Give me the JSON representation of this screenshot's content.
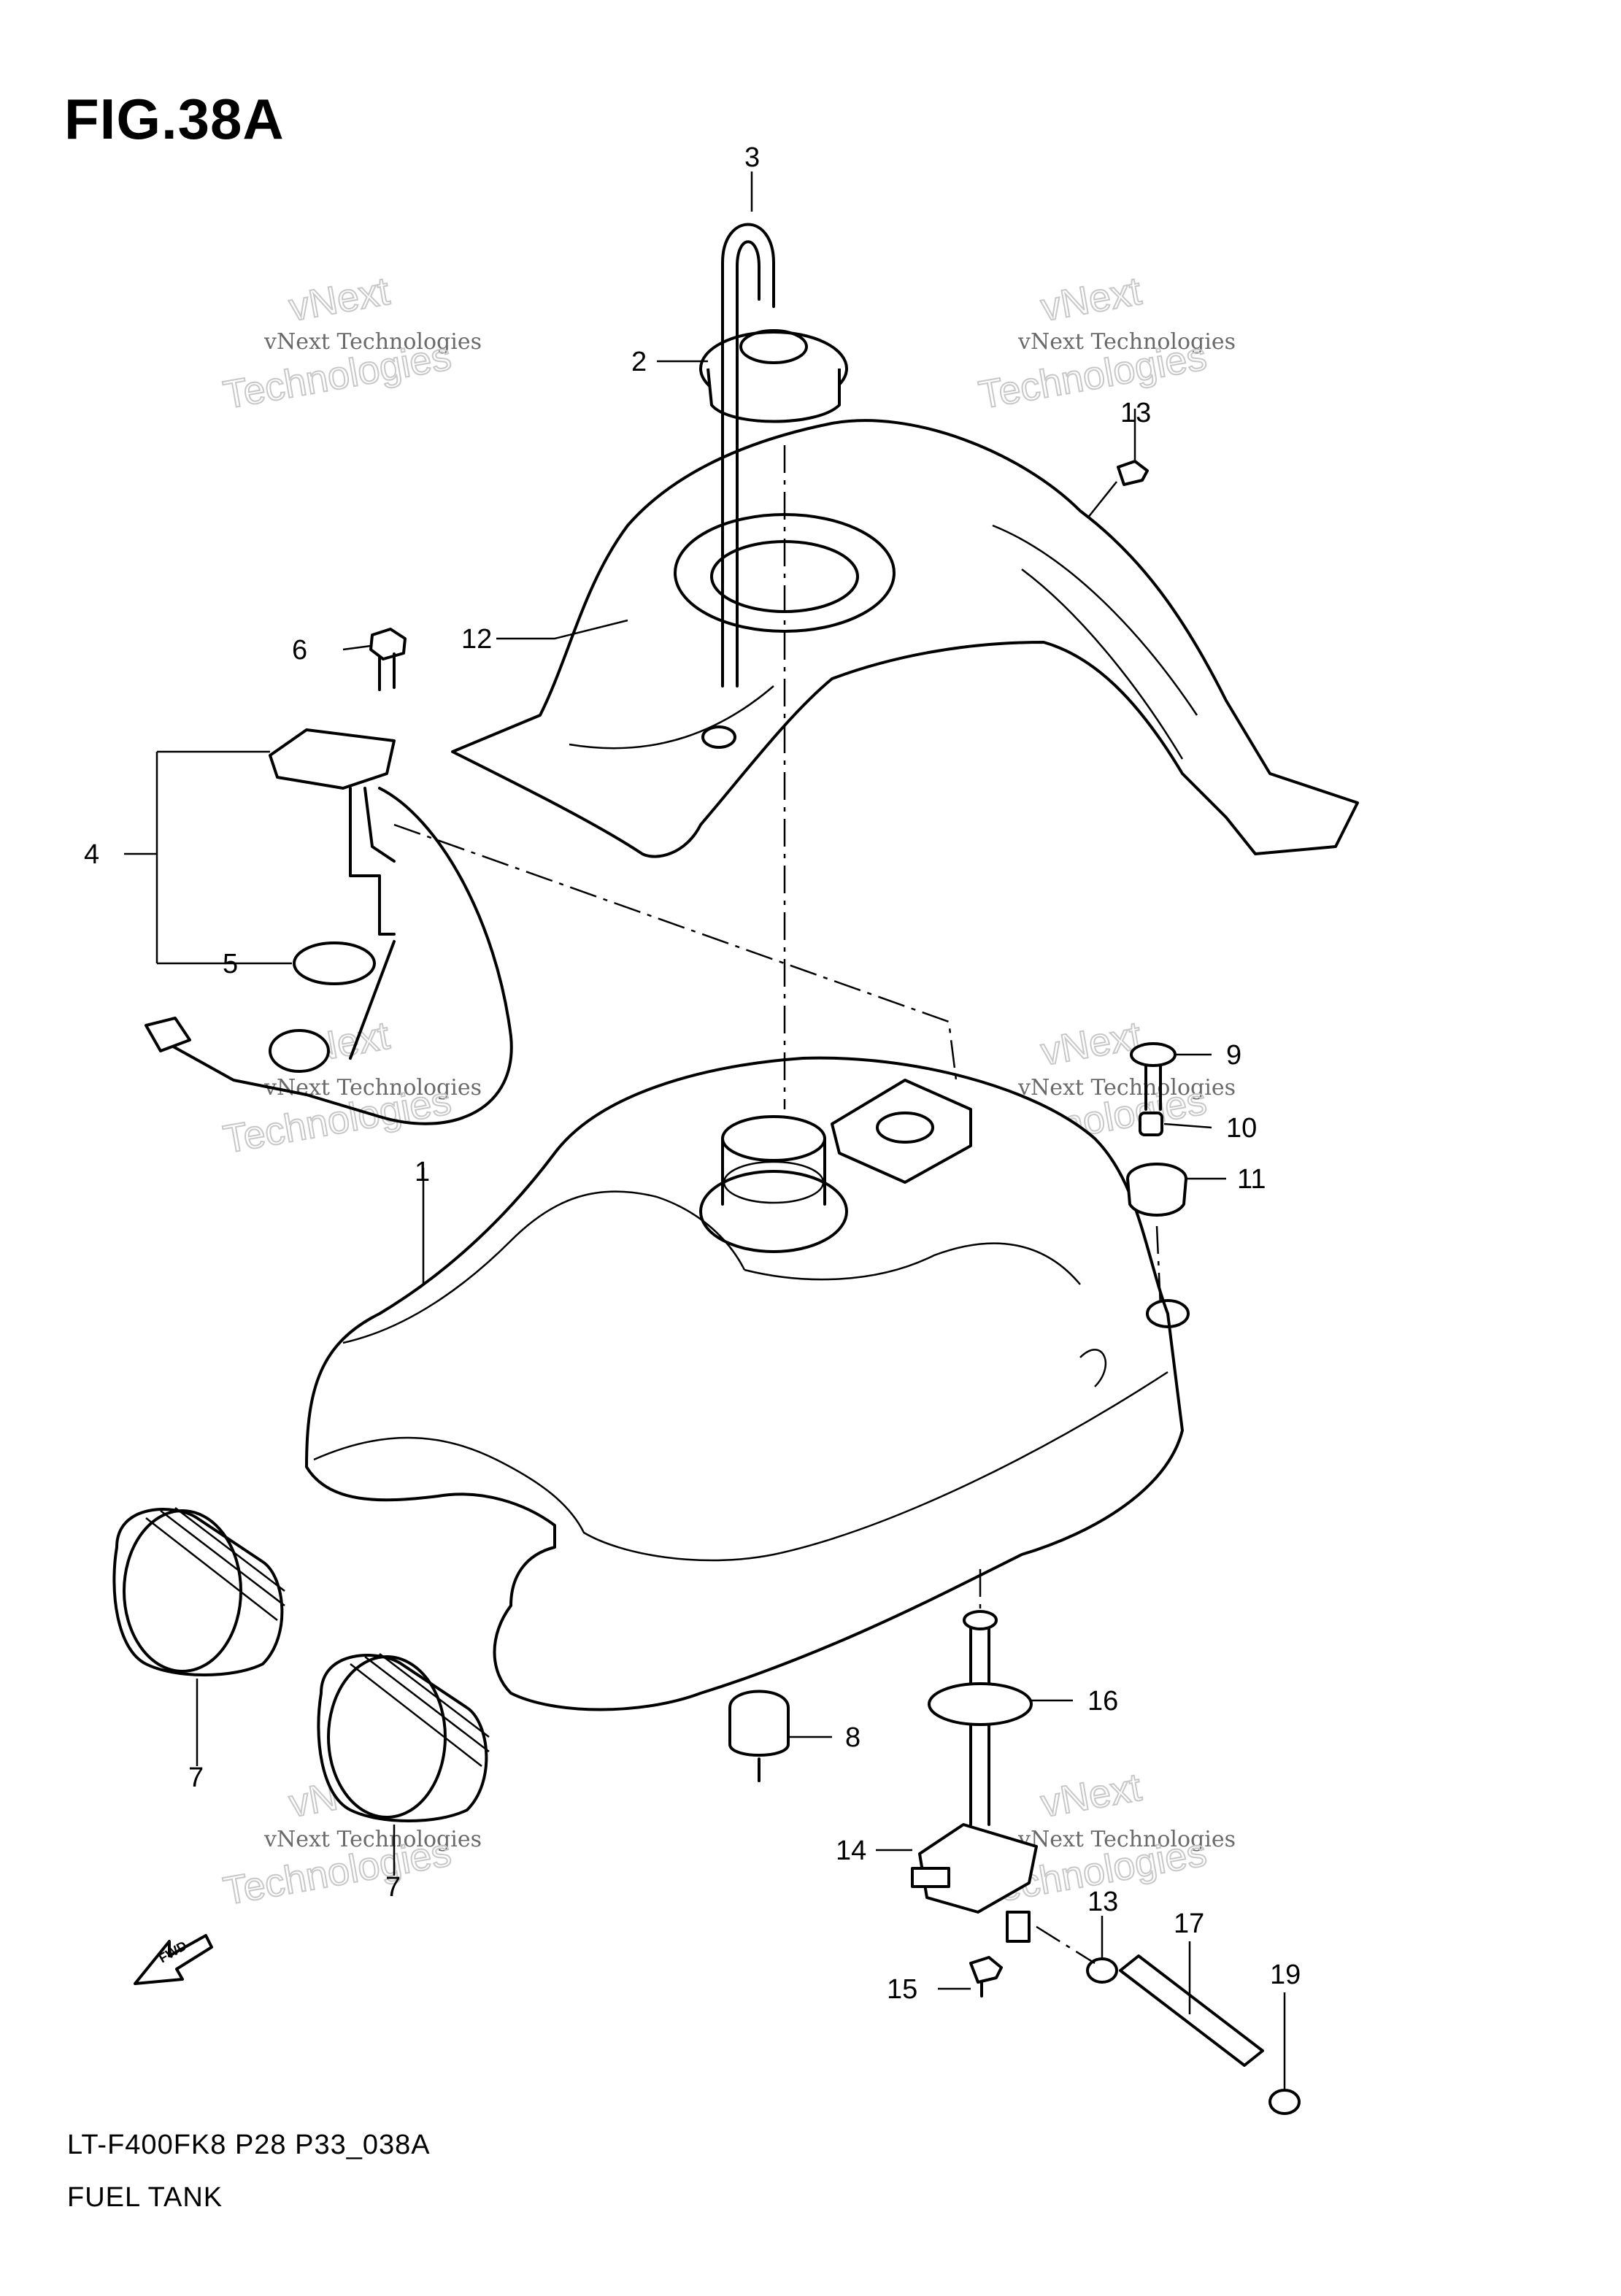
{
  "figure": {
    "title": "FIG.38A",
    "model_code": "LT-F400FK8 P28 P33_038A",
    "section_name": "FUEL TANK"
  },
  "watermark": {
    "line1": "vNext",
    "line2": "vNext Technologies",
    "line3": "Technologies"
  },
  "callouts": {
    "c1": "1",
    "c2": "2",
    "c3": "3",
    "c4": "4",
    "c5": "5",
    "c6": "6",
    "c7a": "7",
    "c7b": "7",
    "c8": "8",
    "c9": "9",
    "c10": "10",
    "c11": "11",
    "c12": "12",
    "c13a": "13",
    "c13b": "13",
    "c14": "14",
    "c15": "15",
    "c16": "16",
    "c17": "17",
    "c19": "19"
  },
  "icons": {
    "fwd_arrow": "FWD"
  }
}
